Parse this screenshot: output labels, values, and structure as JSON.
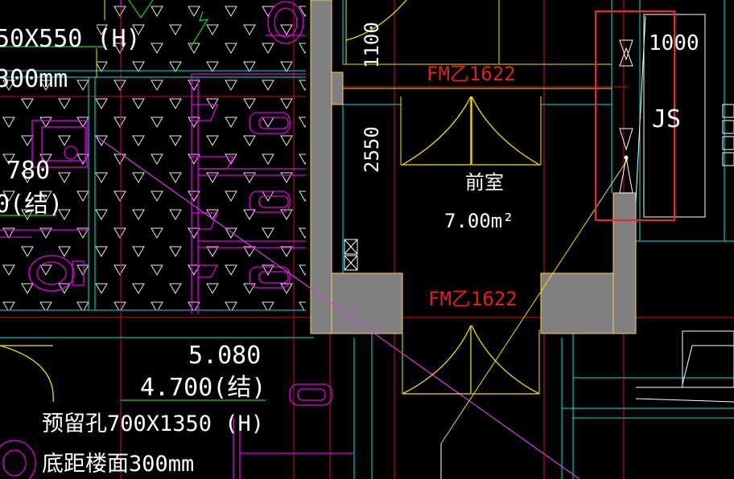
{
  "colors": {
    "background": "#000000",
    "wall_fill": "#808080",
    "wall_edge": "#ffd24a",
    "cyan": "#00e5e5",
    "red_axis": "#d01010",
    "magenta": "#e000e0",
    "yellow": "#f0e000",
    "white": "#ffffff",
    "green": "#20d020",
    "door_label": "#e02020",
    "selection": "#ff2020"
  },
  "labels": {
    "top_dim_partial": "50X550 (H)",
    "top_bottom_partial": "300mm",
    "left_level_partial": "780",
    "left_struct_partial": "0(结)",
    "dim_1100": "1100",
    "dim_2550": "2550",
    "dim_1000": "1000",
    "door_top": "FM乙1622",
    "door_bottom": "FM乙1622",
    "room_name": "前室",
    "room_area": "7.00m²",
    "shaft_label": "JS",
    "level_arch": "5.080",
    "level_struct": "4.700(结)",
    "reserved_hole": "预留孔700X1350 (H)",
    "hole_height": "底距楼面300mm"
  }
}
